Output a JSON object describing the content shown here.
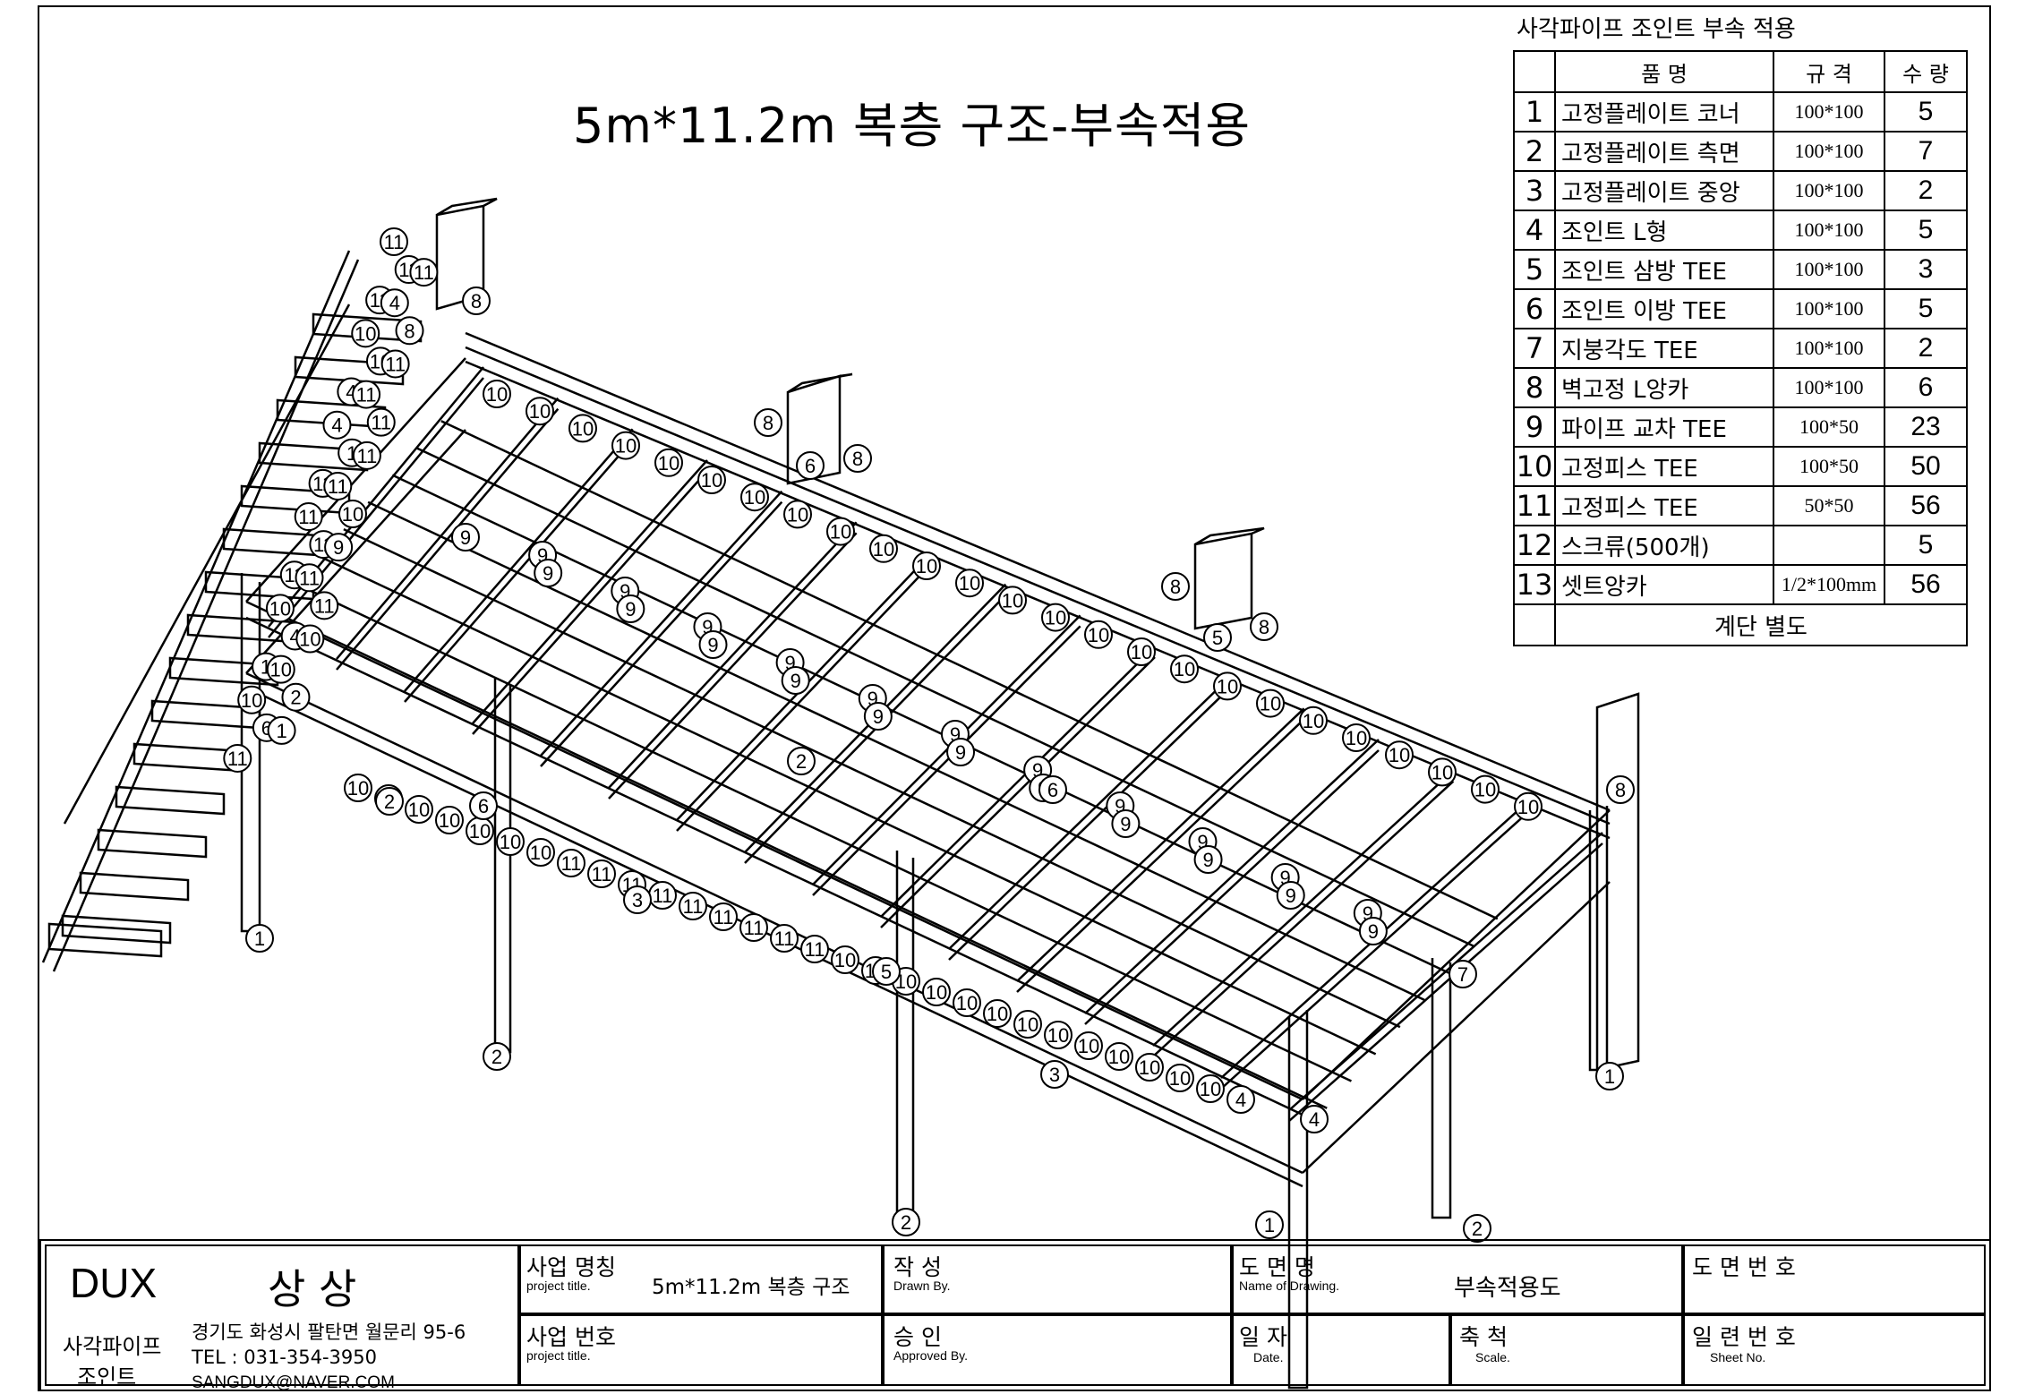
{
  "drawing_title": "5m*11.2m 복층 구조-부속적용",
  "parts_table": {
    "heading": "사각파이프 조인트 부속 적용",
    "headers": {
      "no": "",
      "name": "품        명",
      "spec": "규    격",
      "qty": "수    량"
    },
    "rows": [
      {
        "no": "1",
        "name": "고정플레이트 코너",
        "spec": "100*100",
        "qty": "5"
      },
      {
        "no": "2",
        "name": "고정플레이트 측면",
        "spec": "100*100",
        "qty": "7"
      },
      {
        "no": "3",
        "name": "고정플레이트 중앙",
        "spec": "100*100",
        "qty": "2"
      },
      {
        "no": "4",
        "name": "조인트 L형",
        "spec": "100*100",
        "qty": "5"
      },
      {
        "no": "5",
        "name": "조인트 삼방 TEE",
        "spec": "100*100",
        "qty": "3"
      },
      {
        "no": "6",
        "name": "조인트 이방 TEE",
        "spec": "100*100",
        "qty": "5"
      },
      {
        "no": "7",
        "name": "지붕각도 TEE",
        "spec": "100*100",
        "qty": "2"
      },
      {
        "no": "8",
        "name": "벽고정 L앙카",
        "spec": "100*100",
        "qty": "6"
      },
      {
        "no": "9",
        "name": "파이프 교차 TEE",
        "spec": "100*50",
        "qty": "23"
      },
      {
        "no": "10",
        "name": "고정피스 TEE",
        "spec": "100*50",
        "qty": "50"
      },
      {
        "no": "11",
        "name": "고정피스 TEE",
        "spec": "50*50",
        "qty": "56"
      },
      {
        "no": "12",
        "name": "스크류(500개)",
        "spec": "",
        "qty": "5"
      },
      {
        "no": "13",
        "name": "셋트앙카",
        "spec": "1/2*100mm",
        "qty": "56"
      }
    ],
    "footer": "계단 별도"
  },
  "title_block": {
    "company": "DUX",
    "company_kr": "상 상",
    "product_line1": "사각파이프",
    "product_line2": "조인트",
    "address": "경기도 화성시 팔탄면 월문리 95-6",
    "tel": "TEL : 031-354-3950",
    "email": "SANGDUX@NAVER.COM",
    "project_name_label": "사업 명칭",
    "project_name_sub": "project title.",
    "project_name_value": "5m*11.2m 복층 구조",
    "project_no_label": "사업 번호",
    "project_no_sub": "project title.",
    "drawn_label": "작    성",
    "drawn_sub": "Drawn By.",
    "approved_label": "승    인",
    "approved_sub": "Approved By.",
    "drawing_name_label": "도  면  명",
    "drawing_name_sub": "Name of Drawing.",
    "drawing_name_value": "부속적용도",
    "date_label": "일    자",
    "date_sub": "Date.",
    "scale_label": "축    척",
    "scale_sub": "Scale.",
    "drawing_no_label": "도 면 번 호",
    "sheet_no_label": "일 련 번 호",
    "sheet_no_sub": "Sheet No."
  },
  "callouts": {
    "stair_rail": [
      "11",
      "11",
      "11",
      "11",
      "4",
      "8",
      "10",
      "10",
      "11",
      "4",
      "11",
      "11",
      "4",
      "1",
      "11",
      "11",
      "11",
      "10",
      "11",
      "11",
      "9",
      "11",
      "11",
      "11",
      "10",
      "4",
      "10",
      "1",
      "10",
      "2",
      "10",
      "6",
      "1",
      "11"
    ],
    "deck_near": [
      "10",
      "10",
      "10",
      "10",
      "10",
      "10",
      "10",
      "11",
      "11",
      "11",
      "11",
      "11",
      "11",
      "11",
      "11",
      "11",
      "10",
      "10",
      "10",
      "10",
      "10",
      "10",
      "10",
      "10",
      "10",
      "10",
      "10",
      "10",
      "10",
      "4"
    ],
    "deck_beams": [
      "10",
      "10",
      "10",
      "10",
      "10",
      "10",
      "10",
      "10",
      "10",
      "10",
      "10",
      "10",
      "10",
      "10",
      "10",
      "10",
      "10",
      "10",
      "10",
      "10",
      "10",
      "10",
      "10",
      "10",
      "10"
    ],
    "cross_tees": [
      "9",
      "9",
      "9",
      "9",
      "9",
      "9",
      "9",
      "9",
      "9",
      "9",
      "9",
      "9",
      "9",
      "9",
      "9",
      "9",
      "9",
      "9",
      "9",
      "9",
      "9",
      "9",
      "9"
    ],
    "wall_anchors": [
      "8",
      "8",
      "8",
      "8",
      "8",
      "8"
    ],
    "joints": [
      "6",
      "6",
      "6",
      "5",
      "5",
      "2",
      "2",
      "2",
      "2",
      "2",
      "3",
      "3",
      "1",
      "1",
      "1",
      "4",
      "7"
    ]
  }
}
